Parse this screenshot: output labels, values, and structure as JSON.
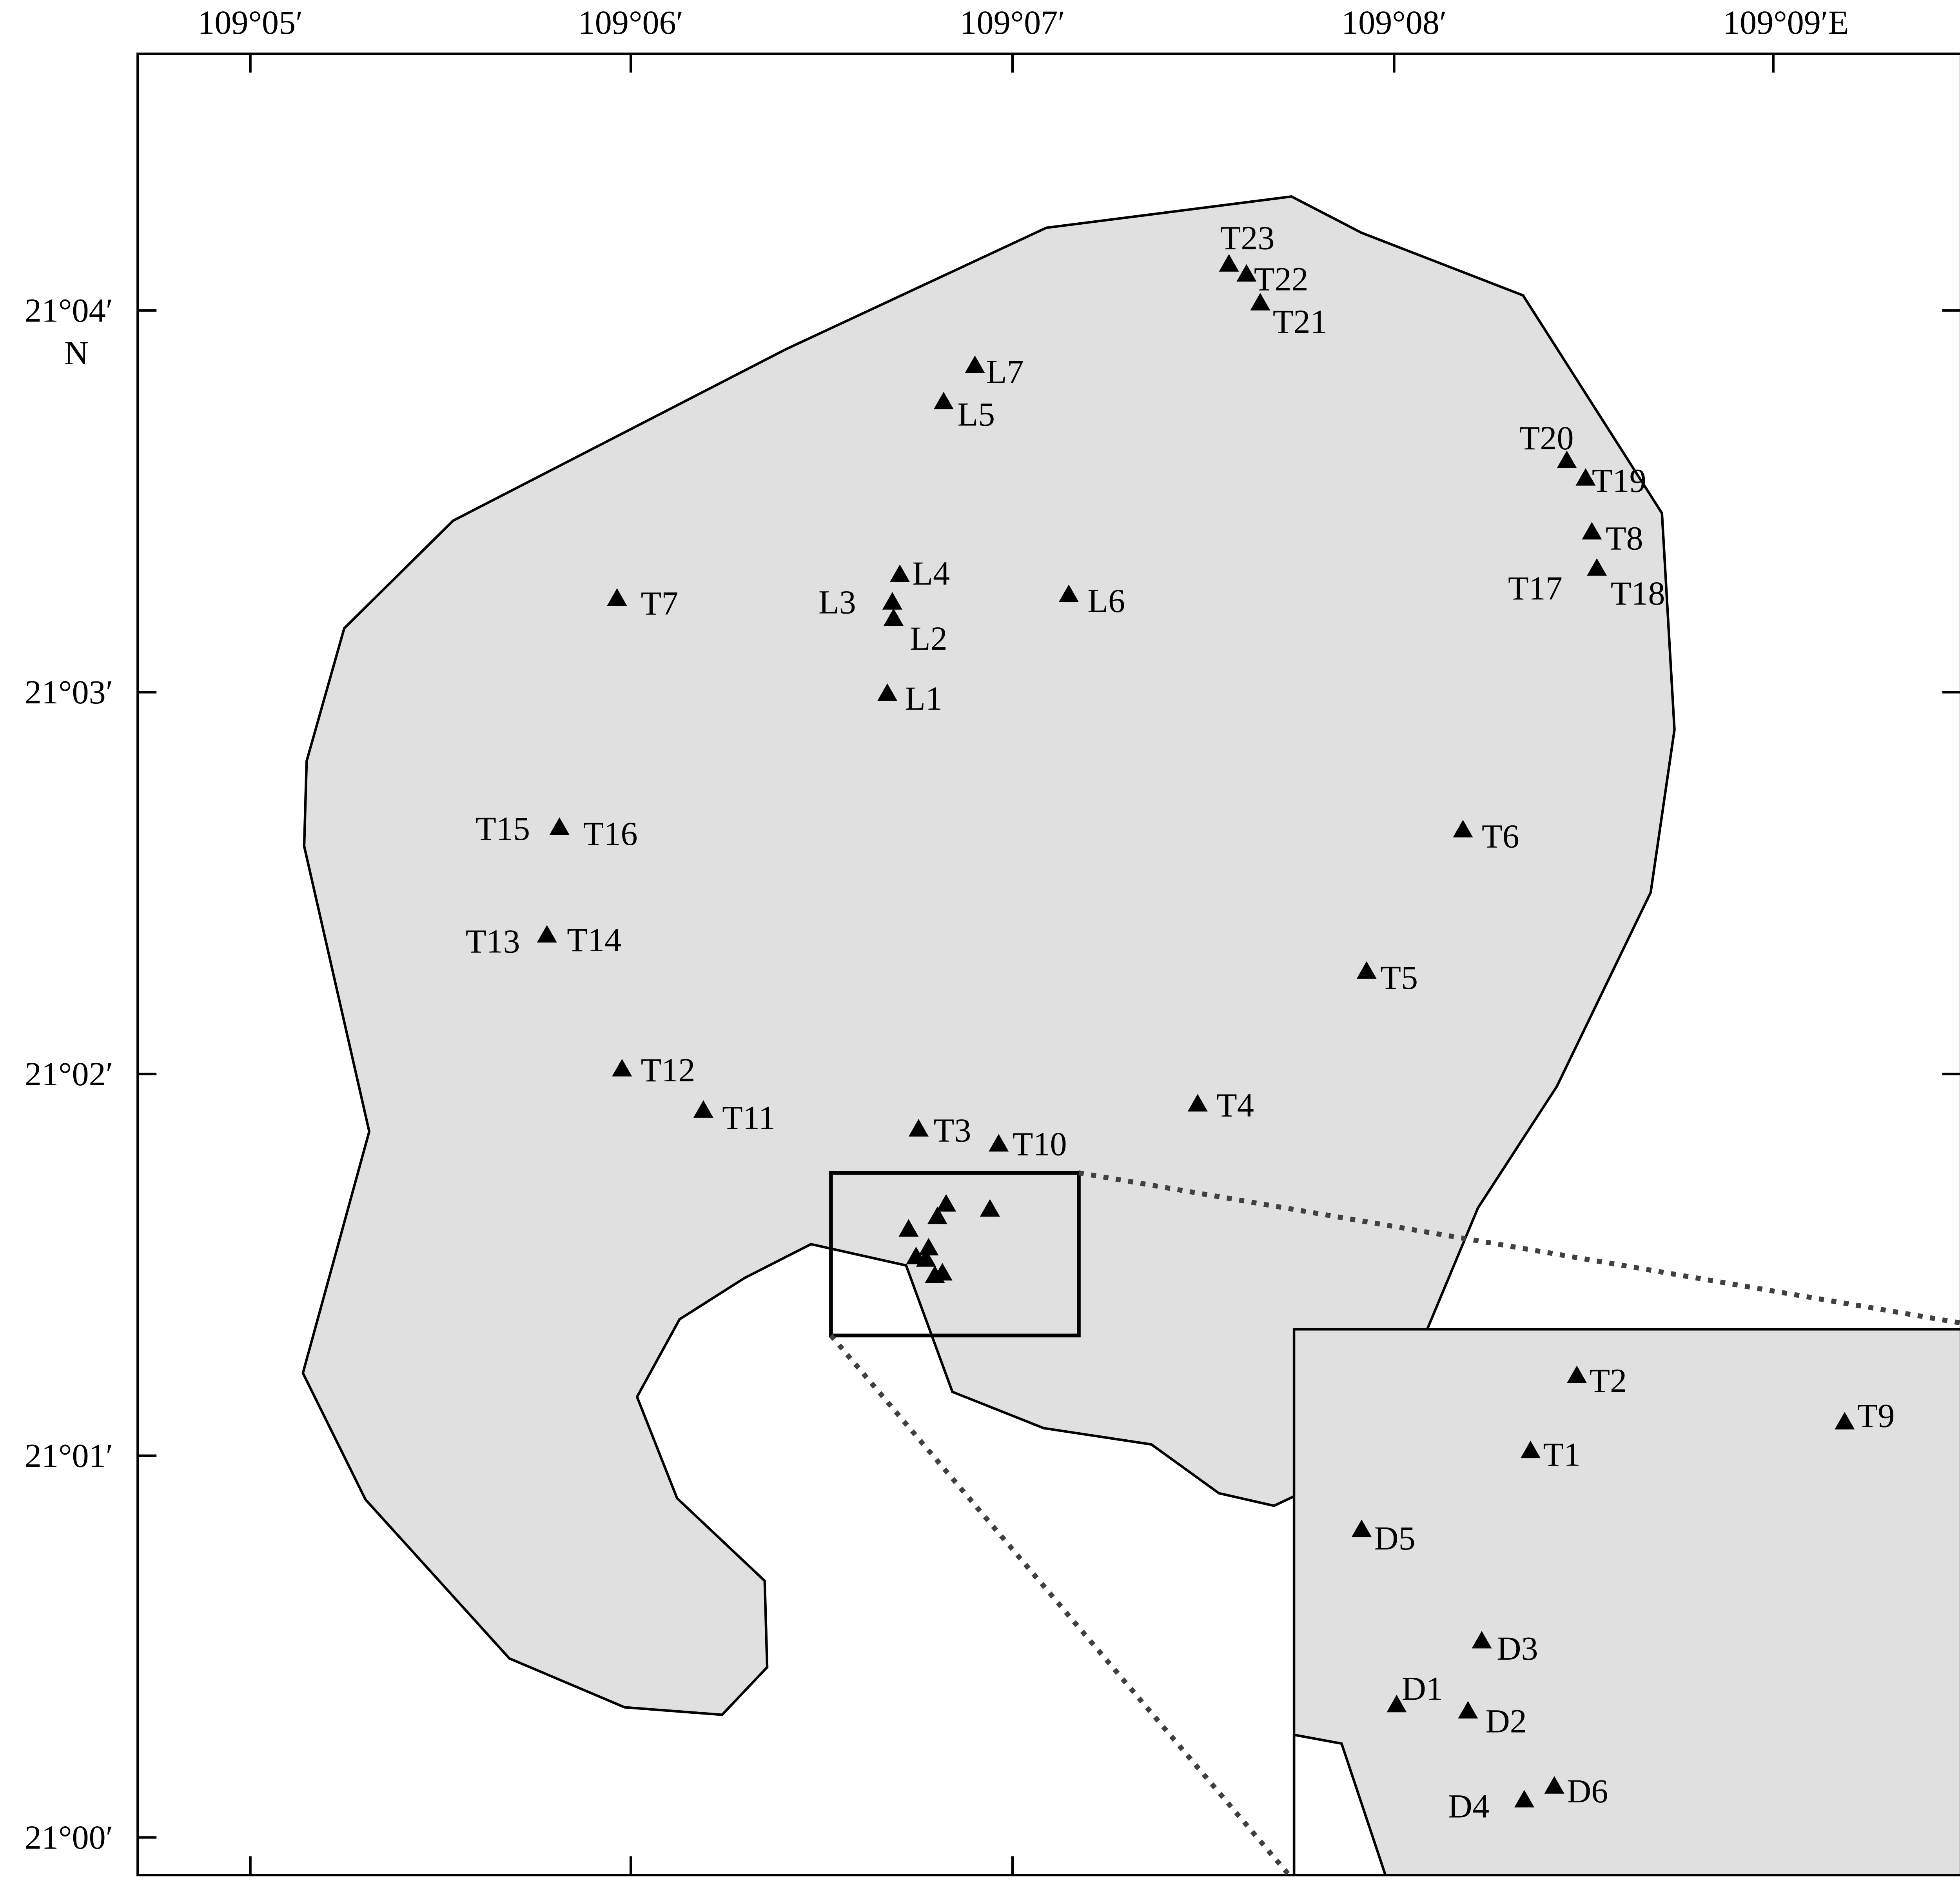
{
  "axes": {
    "top_labels": [
      "109°05′",
      "109°06′",
      "109°07′",
      "109°08′",
      "109°09′E"
    ],
    "left_labels": [
      "21°04′",
      "21°03′",
      "21°02′",
      "21°01′",
      "21°00′"
    ],
    "left_unit": "N"
  },
  "stations": {
    "main": [
      "T23",
      "T22",
      "T21",
      "L7",
      "L5",
      "T20",
      "T19",
      "T8",
      "T17",
      "T18",
      "T7",
      "L3",
      "L4",
      "L2",
      "L6",
      "L1",
      "T15",
      "T16",
      "T6",
      "T13",
      "T14",
      "T5",
      "T12",
      "T11",
      "T4",
      "T3",
      "T10"
    ],
    "inset": [
      "T2",
      "T9",
      "T1",
      "D5",
      "D3",
      "D1",
      "D2",
      "D4",
      "D6"
    ]
  },
  "colors": {
    "land_fill": "#e0e0e0",
    "outline": "#000000",
    "leader": "#404040"
  }
}
